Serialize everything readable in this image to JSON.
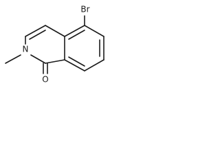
{
  "molecule": {
    "atom_labels": {
      "bromine": "Br",
      "nitrogen": "N",
      "oxygen": "O"
    },
    "colors": {
      "bond": "#1a1a1a",
      "label": "#1a1a1a",
      "background": "#ffffff"
    }
  }
}
